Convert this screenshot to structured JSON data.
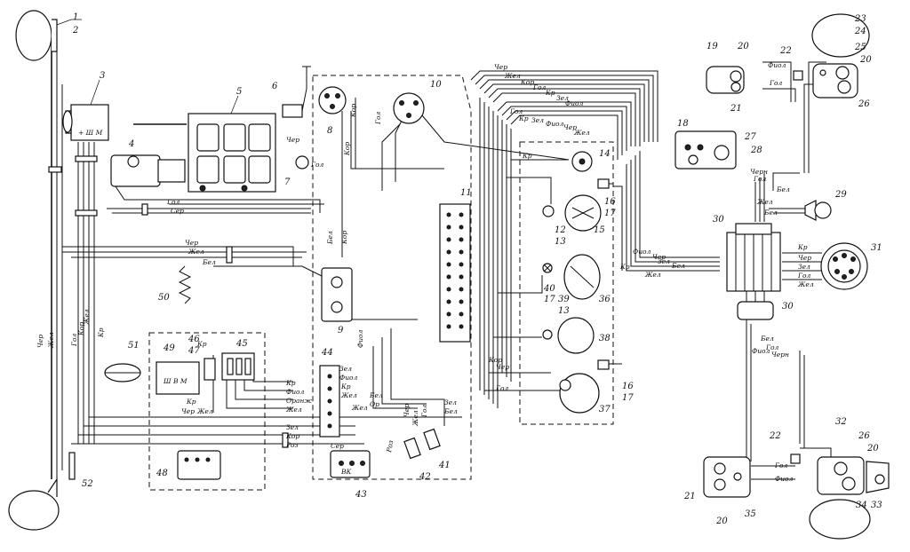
{
  "callouts": [
    "1",
    "2",
    "3",
    "4",
    "5",
    "6",
    "7",
    "8",
    "9",
    "10",
    "11",
    "12",
    "13",
    "14",
    "15",
    "16",
    "17",
    "18",
    "19",
    "20",
    "21",
    "22",
    "23",
    "24",
    "25",
    "26",
    "27",
    "28",
    "29",
    "30",
    "31",
    "32",
    "33",
    "34",
    "35",
    "36",
    "37",
    "38",
    "39",
    "40",
    "41",
    "42",
    "43",
    "44",
    "45",
    "46",
    "47",
    "48",
    "49",
    "50",
    "51",
    "52"
  ],
  "wire_labels": {
    "cher": "Чер",
    "zhel": "Жел",
    "kor": "Кор",
    "gol": "Гол",
    "zel": "Зел",
    "kr": "Кр",
    "fiol": "Фиол",
    "bel": "Бел",
    "ser": "Сер",
    "oranzh": "Оранж",
    "or": "Ор",
    "roz": "Роз",
    "cherp": "Черн"
  },
  "component_marks": {
    "generator": "+ Ш М",
    "regulator": "Ш В М",
    "switch_43": "ВК"
  }
}
